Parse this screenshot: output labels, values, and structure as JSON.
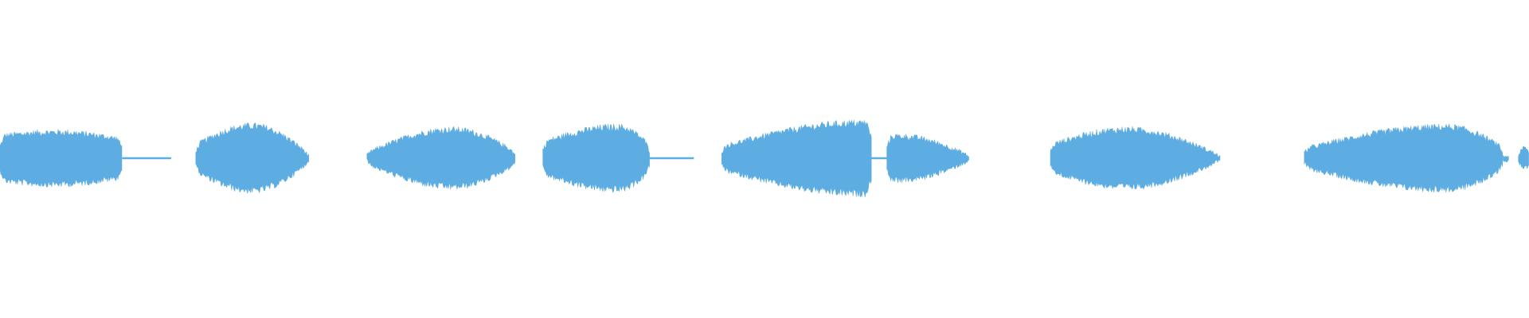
{
  "waveform": {
    "color": "#5DADE2",
    "background": "#FFFFFF",
    "duration_fraction_total": 1.0,
    "segments": [
      {
        "start": 0.0,
        "end": 0.08,
        "amp_start": 0.42,
        "amp_peak": 0.5,
        "amp_end": 0.36,
        "peak_at": 0.45
      },
      {
        "start": 0.08,
        "end": 0.112,
        "amp_start": 0.015,
        "amp_peak": 0.015,
        "amp_end": 0.015,
        "peak_at": 0.5
      },
      {
        "start": 0.128,
        "end": 0.202,
        "amp_start": 0.25,
        "amp_peak": 0.62,
        "amp_end": 0.08,
        "peak_at": 0.5
      },
      {
        "start": 0.24,
        "end": 0.337,
        "amp_start": 0.1,
        "amp_peak": 0.55,
        "amp_end": 0.12,
        "peak_at": 0.58
      },
      {
        "start": 0.355,
        "end": 0.425,
        "amp_start": 0.3,
        "amp_peak": 0.6,
        "amp_end": 0.25,
        "peak_at": 0.7
      },
      {
        "start": 0.425,
        "end": 0.454,
        "amp_start": 0.015,
        "amp_peak": 0.015,
        "amp_end": 0.015,
        "peak_at": 0.5
      },
      {
        "start": 0.472,
        "end": 0.57,
        "amp_start": 0.22,
        "amp_peak": 0.68,
        "amp_end": 0.68,
        "peak_at": 0.95
      },
      {
        "start": 0.57,
        "end": 0.58,
        "amp_start": 0.015,
        "amp_peak": 0.015,
        "amp_end": 0.015,
        "peak_at": 0.5
      },
      {
        "start": 0.58,
        "end": 0.634,
        "amp_start": 0.42,
        "amp_peak": 0.42,
        "amp_end": 0.05,
        "peak_at": 0.15
      },
      {
        "start": 0.687,
        "end": 0.798,
        "amp_start": 0.25,
        "amp_peak": 0.55,
        "amp_end": 0.05,
        "peak_at": 0.45
      },
      {
        "start": 0.853,
        "end": 0.983,
        "amp_start": 0.18,
        "amp_peak": 0.6,
        "amp_end": 0.2,
        "peak_at": 0.72
      },
      {
        "start": 0.983,
        "end": 0.987,
        "amp_start": 0.05,
        "amp_peak": 0.05,
        "amp_end": 0.05,
        "peak_at": 0.5
      },
      {
        "start": 0.993,
        "end": 1.0,
        "amp_start": 0.12,
        "amp_peak": 0.22,
        "amp_end": 0.22,
        "peak_at": 0.9
      }
    ]
  }
}
